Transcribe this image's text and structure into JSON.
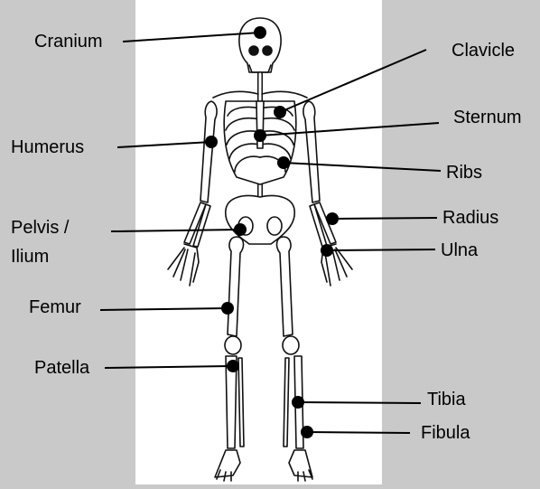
{
  "colors": {
    "background": "#c9c9c9",
    "panel": "#ffffff",
    "bone_outline": "#111111",
    "leader": "#000000",
    "marker": "#000000"
  },
  "labels": {
    "cranium": "Cranium",
    "clavicle": "Clavicle",
    "sternum": "Sternum",
    "humerus": "Humerus",
    "ribs": "Ribs",
    "pelvis_line1": "Pelvis /",
    "pelvis_line2": "Ilium",
    "radius": "Radius",
    "ulna": "Ulna",
    "femur": "Femur",
    "patella": "Patella",
    "tibia": "Tibia",
    "fibula": "Fibula"
  }
}
